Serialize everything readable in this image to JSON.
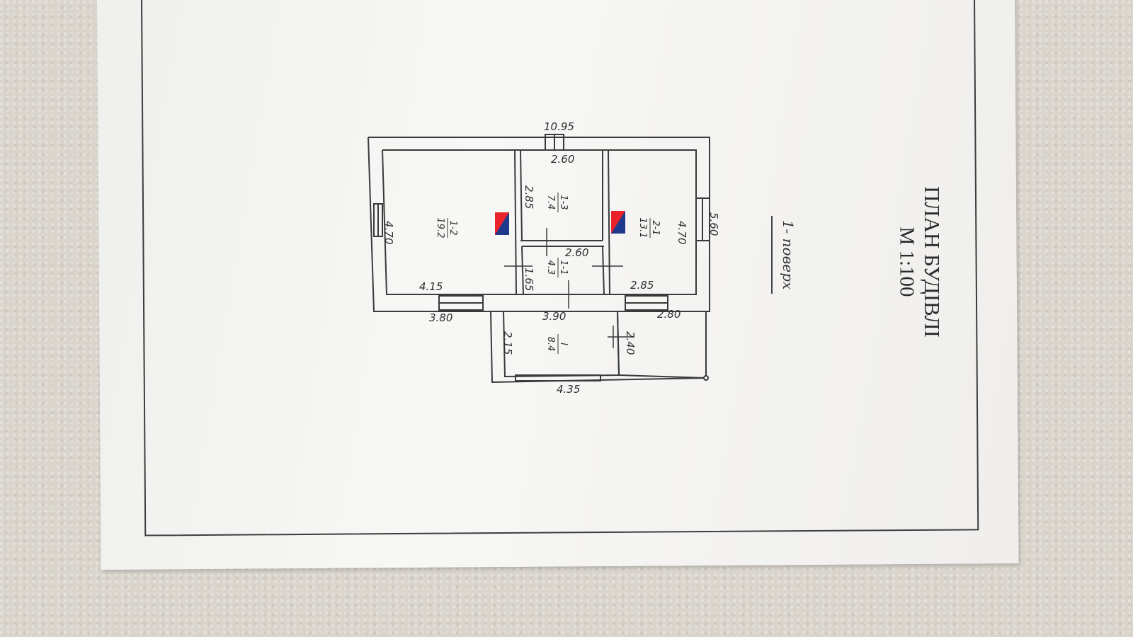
{
  "title": "ПЛАН БУДІВЛІ",
  "scale": "М 1:100",
  "floor": "1- поверх",
  "dimensions": {
    "overall_width": "10.95",
    "overall_depth": "5.60",
    "room_1_2_depth": "4.70",
    "room_1_2_width": "4.15",
    "room_1_3_width": "2.60",
    "room_1_3_depth": "2.85",
    "room_1_1_width": "2.60",
    "room_1_1_depth": "1.65",
    "room_2_1_depth": "4.70",
    "room_2_1_width": "2.85",
    "porch_left": "3.80",
    "porch_front": "3.90",
    "porch_right": "2.80",
    "porch_width": "4.35",
    "porch_depth_left": "2.15",
    "porch_depth_right": "2.40"
  },
  "rooms": [
    {
      "id": "1-2",
      "area": "19.2"
    },
    {
      "id": "1-3",
      "area": "7.4"
    },
    {
      "id": "1-1",
      "area": "4.3"
    },
    {
      "id": "2-1",
      "area": "13.1"
    },
    {
      "id": "I",
      "area": "8.4"
    }
  ],
  "colors": {
    "stove_red": "#e8232b",
    "stove_blue": "#1f3a8c"
  }
}
